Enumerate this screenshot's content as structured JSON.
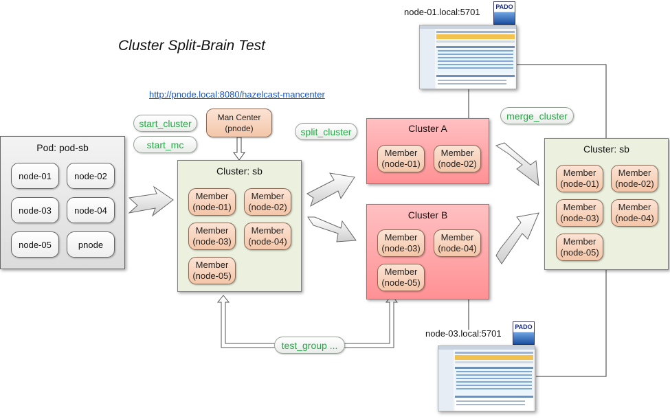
{
  "title": "Cluster Split-Brain Test",
  "mancenter_url": "http://pnode.local:8080/hazelcast-mancenter",
  "hosts": {
    "top": "node-01.local:5701",
    "bottom": "node-03.local:5701"
  },
  "logo_text": "PADO",
  "commands": {
    "start_cluster": "start_cluster",
    "start_mc": "start_mc",
    "split_cluster": "split_cluster",
    "merge_cluster": "merge_cluster",
    "test_group": "test_group ..."
  },
  "man_center": {
    "line1": "Man Center",
    "line2": "(pnode)"
  },
  "pod": {
    "title": "Pod: pod-sb",
    "nodes": [
      "node-01",
      "node-02",
      "node-03",
      "node-04",
      "node-05",
      "pnode"
    ]
  },
  "cluster_sb": {
    "title": "Cluster: sb",
    "members": [
      {
        "label": "Member",
        "node": "(node-01)"
      },
      {
        "label": "Member",
        "node": "(node-02)"
      },
      {
        "label": "Member",
        "node": "(node-03)"
      },
      {
        "label": "Member",
        "node": "(node-04)"
      },
      {
        "label": "Member",
        "node": "(node-05)"
      }
    ]
  },
  "cluster_a": {
    "title": "Cluster A",
    "members": [
      {
        "label": "Member",
        "node": "(node-01)"
      },
      {
        "label": "Member",
        "node": "(node-02)"
      }
    ]
  },
  "cluster_b": {
    "title": "Cluster B",
    "members": [
      {
        "label": "Member",
        "node": "(node-03)"
      },
      {
        "label": "Member",
        "node": "(node-04)"
      },
      {
        "label": "Member",
        "node": "(node-05)"
      }
    ]
  },
  "cluster_merged": {
    "title": "Cluster: sb",
    "members": [
      {
        "label": "Member",
        "node": "(node-01)"
      },
      {
        "label": "Member",
        "node": "(node-02)"
      },
      {
        "label": "Member",
        "node": "(node-03)"
      },
      {
        "label": "Member",
        "node": "(node-04)"
      },
      {
        "label": "Member",
        "node": "(node-05)"
      }
    ]
  }
}
